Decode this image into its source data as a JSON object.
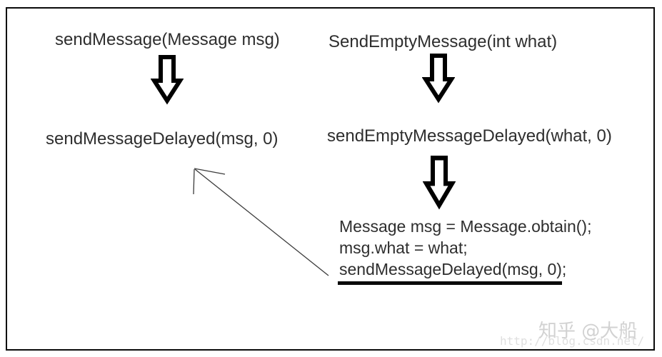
{
  "diagram": {
    "left_flow": {
      "step1": "sendMessage(Message msg)",
      "step2": "sendMessageDelayed(msg, 0)"
    },
    "right_flow": {
      "step1": "SendEmptyMessage(int what)",
      "step2": "sendEmptyMessageDelayed(what, 0)",
      "code": {
        "lines": [
          "Message msg = Message.obtain();",
          "msg.what = what;",
          "sendMessageDelayed(msg, 0);"
        ],
        "underlined_line": "sendMessageDelayed(msg, 0);"
      }
    },
    "icons": {
      "block_arrow_down": "⇩ hollow block arrow, black outline, white fill",
      "thin_pointer_arrow": "thin line arrow from code block pointing to sendMessageDelayed(msg, 0)"
    }
  },
  "watermark": {
    "site_handle": "知乎 @大船",
    "url": "http://blog.csdn.net/"
  },
  "colors": {
    "background": "#ffffff",
    "frame_border": "#0a0a0a",
    "text": "#2e2e2e",
    "block_arrow": "#000000",
    "thin_arrow": "#3c3c3c",
    "watermark_handle": "#d2d2d2",
    "watermark_url": "#dfdfdf"
  }
}
